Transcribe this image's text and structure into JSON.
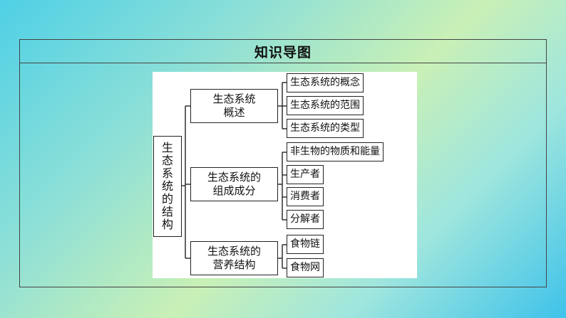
{
  "header": {
    "title": "知识导图"
  },
  "diagram": {
    "root": {
      "chars": [
        "生",
        "态",
        "系",
        "统",
        "的",
        "结",
        "构"
      ]
    },
    "branches": [
      {
        "lines": [
          "生态系统",
          "概述"
        ],
        "leaves": [
          "生态系统的概念",
          "生态系统的范围",
          "生态系统的类型"
        ]
      },
      {
        "lines": [
          "生态系统的",
          "组成成分"
        ],
        "leaves": [
          "非生物的物质和能量",
          "生产者",
          "消费者",
          "分解者"
        ]
      },
      {
        "lines": [
          "生态系统的",
          "营养结构"
        ],
        "leaves": [
          "食物链",
          "食物网"
        ]
      }
    ]
  }
}
